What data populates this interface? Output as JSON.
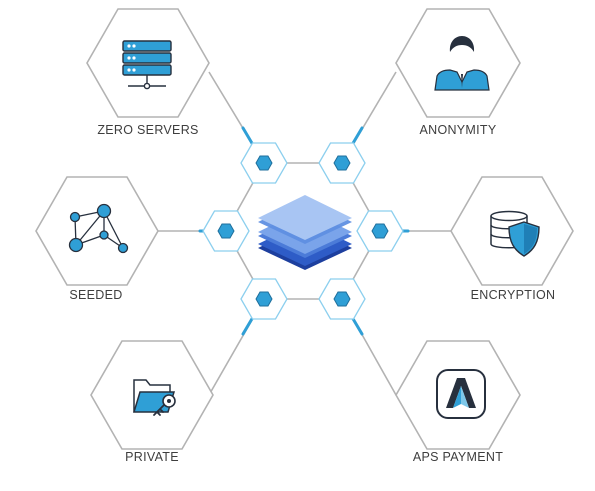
{
  "center": {
    "icon": "stacked-layers-icon"
  },
  "features": [
    {
      "label": "ZERO SERVERS",
      "icon": "server-rack-icon"
    },
    {
      "label": "ANONYMITY",
      "icon": "anonymous-person-icon"
    },
    {
      "label": "SEEDED",
      "icon": "network-nodes-icon"
    },
    {
      "label": "ENCRYPTION",
      "icon": "database-shield-icon"
    },
    {
      "label": "PRIVATE",
      "icon": "folder-key-icon"
    },
    {
      "label": "APS PAYMENT",
      "icon": "aps-logo-icon"
    }
  ],
  "colors": {
    "outline": "#b3b3b3",
    "accent_blue": "#2f9fd6",
    "light_blue": "#8ccfee",
    "dark_blue": "#27303e",
    "text": "#3e3e3e"
  }
}
